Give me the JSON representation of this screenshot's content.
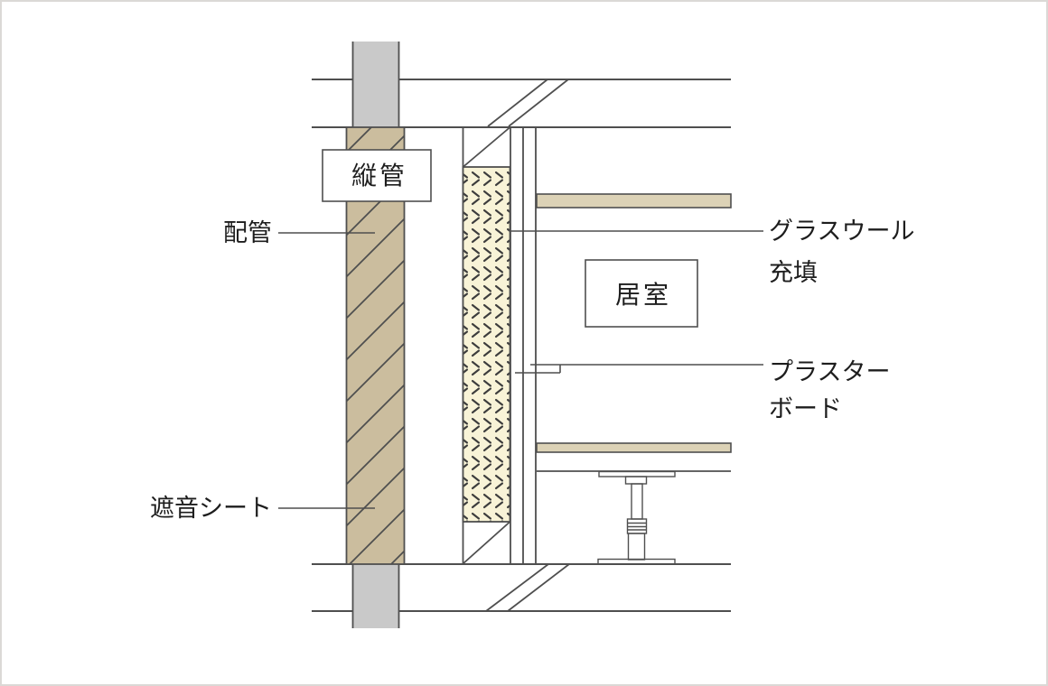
{
  "colors": {
    "background": "#ffffff",
    "line": "#4f4f4f",
    "pipe_gray": "#c9c9c9",
    "insulated_pipe_tan": "#cbbd9e",
    "plasterboard_tan": "#d5c9ad",
    "band_tan": "#dcd2b6",
    "glass_wool_cream": "#f8f3d7",
    "post_plate_gray": "#8a8a8a",
    "post_metal_gray": "#c4c4c4",
    "label_box_bg": "#ffffff",
    "text": "#1d1d1d"
  },
  "diagram": {
    "labels": {
      "riser_box": "縦管",
      "piping": "配管",
      "sound_sheet": "遮音シート",
      "glass_wool_line1": "グラスウール",
      "glass_wool_line2": "充填",
      "plasterboard_line1": "プラスター",
      "plasterboard_line2": "ボード",
      "living_room_box": "居室"
    }
  }
}
